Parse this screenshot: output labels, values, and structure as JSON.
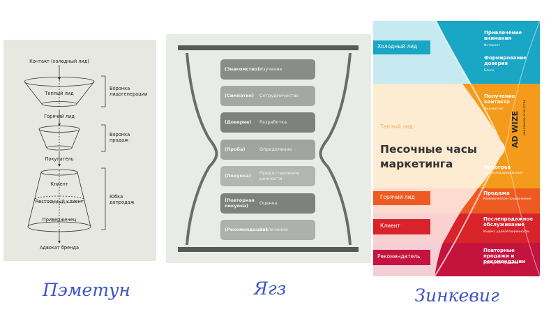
{
  "funnel": {
    "top_label": "Контакт (холодный лид)",
    "warm_lead": "Теплый лид",
    "hot_lead": "Горячий лид",
    "buyer": "Покупатель",
    "client": "Клиент",
    "regular_client": "Постоянный клиент",
    "loyal": "Приверженец",
    "advocate": "Адвокат бренда",
    "section_1_line1": "Воронка",
    "section_1_line2": "лидогенерации",
    "section_2_line1": "Воронка",
    "section_2_line2": "продаж",
    "section_3_line1": "Юбка",
    "section_3_line2": "допродаж"
  },
  "hourglass": {
    "stages": [
      {
        "left": "(Знакомство)",
        "right": "Изучение",
        "color": "#8a8c87"
      },
      {
        "left": "(Симпатия)",
        "right": "Сотрудничество",
        "color": "#a5a7a2"
      },
      {
        "left": "(Доверие)",
        "right": "Разработка",
        "color": "#7f817c"
      },
      {
        "left": "(Проба)",
        "right": "Определение",
        "color": "#a2a4a0"
      },
      {
        "left": "(Покупка)",
        "right": "Предоставление ценности",
        "color": "#b3b5b1"
      },
      {
        "left": "(Повторная покупка)",
        "right": "Оценка",
        "color": "#7f817c"
      },
      {
        "left": "(Рекомендация)",
        "right": "Вовлечение",
        "color": "#aeb0ac"
      }
    ]
  },
  "book": {
    "title_line1": "Песочные часы",
    "title_line2": "маркетинга",
    "spine": "AD WIZE",
    "spine_sub": "рекламное агентство",
    "colors": {
      "cyan": "#1aa6c5",
      "orange": "#f49b1c",
      "red_orange": "#ee5b22",
      "red": "#d9232a",
      "crimson": "#c4143e"
    },
    "bands": [
      {
        "label": "Холодный лид"
      },
      {
        "label": "Теплый лид"
      },
      {
        "label": "Горячий лид"
      },
      {
        "label": "Клиент"
      },
      {
        "label": "Рекомендатель"
      }
    ],
    "right": [
      {
        "title": "Привлечение внимания",
        "sub": "Интернет"
      },
      {
        "title": "Формирование доверия",
        "sub": "Блоги"
      },
      {
        "title": "Получение контакта",
        "sub": "Лид-магнит"
      },
      {
        "title": "Подогрев",
        "sub": "Обработка возражений"
      },
      {
        "title": "Продажа",
        "sub": "Коммерческое предложение"
      },
      {
        "title": "Послепродажное обслуживание",
        "sub": "Индекс удовлетворенности"
      },
      {
        "title": "Повторные продажи и рекомендации",
        "sub": "Повторные продажи"
      }
    ]
  },
  "captions": [
    "Пэметун",
    "Ягз",
    "Зинкевиг"
  ]
}
